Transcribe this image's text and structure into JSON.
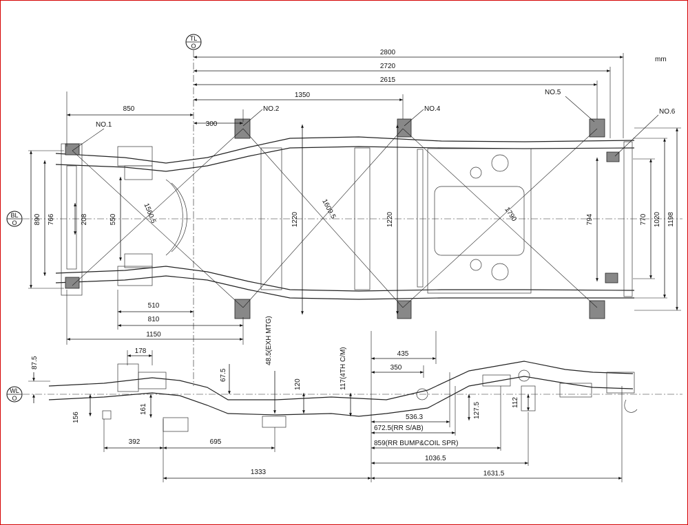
{
  "unit": "mm",
  "refs": {
    "tlo": [
      "TL",
      "O"
    ],
    "blo": [
      "BL",
      "O"
    ],
    "wlo": [
      "WL",
      "O"
    ]
  },
  "mounts": {
    "no1": "NO.1",
    "no2": "NO.2",
    "no4": "NO.4",
    "no5": "NO.5",
    "no6": "NO.6"
  },
  "top_dims": {
    "d2800": "2800",
    "d2720": "2720",
    "d2615": "2615",
    "d1350": "1350",
    "d850": "850",
    "d300": "300",
    "d510": "510",
    "d810": "810",
    "d1150": "1150"
  },
  "vertical_dims": {
    "d890": "890",
    "d766": "766",
    "d208": "208",
    "d550": "550",
    "d1220a": "1220",
    "d1220b": "1220",
    "d794": "794",
    "d770": "770",
    "d1020": "1020",
    "d1198": "1198"
  },
  "diagonal_dims": {
    "d1560": "1560.5",
    "d1609": "1609.5",
    "d1790": "1790"
  },
  "side_dims": {
    "d87_5": "87.5",
    "d178": "178",
    "d67_5": "67.5",
    "d48_5": "48.5(EXH MTG)",
    "d120": "120",
    "d117": "117(4TH C/M)",
    "d156": "156",
    "d161": "161",
    "d435": "435",
    "d350": "350",
    "d127_5": "127.5",
    "d112": "112",
    "d536_3": "536.3",
    "d672_5": "672.5(RR S/AB)",
    "d859": "859(RR BUMP&COIL SPR)",
    "d1036_5": "1036.5",
    "d392": "392",
    "d695": "695",
    "d1333": "1333",
    "d1631_5": "1631.5"
  }
}
